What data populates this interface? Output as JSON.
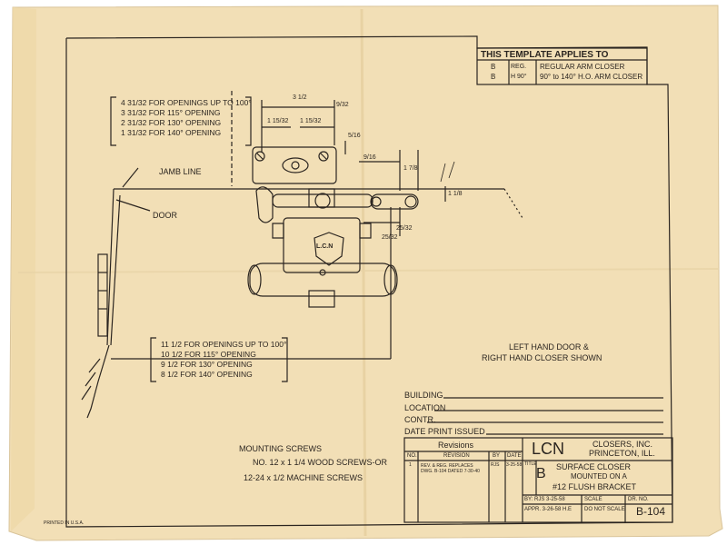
{
  "colors": {
    "paper": "#f2dfb6",
    "ink": "#2b2520",
    "background": "#ffffff"
  },
  "applies": {
    "title": "THIS TEMPLATE APPLIES TO",
    "rows": [
      {
        "col1": "B",
        "col2": "REG.",
        "col3": "REGULAR ARM CLOSER"
      },
      {
        "col1": "B",
        "col2": "H 90°",
        "col3": "90° to 140° H.O. ARM CLOSER"
      }
    ]
  },
  "openings_top": [
    "4 31/32 FOR OPENINGS UP TO 100°",
    "3 31/32 FOR 115° OPENING",
    "2 31/32 FOR 130° OPENING",
    "1 31/32 FOR 140° OPENING"
  ],
  "openings_bottom": [
    "11 1/2 FOR OPENINGS UP TO 100°",
    "10 1/2 FOR 115° OPENING",
    "9 1/2 FOR 130° OPENING",
    "8 1/2 FOR 140° OPENING"
  ],
  "labels": {
    "jamb_line": "JAMB LINE",
    "door": "DOOR",
    "shown": [
      "LEFT HAND DOOR &",
      "RIGHT HAND CLOSER SHOWN"
    ],
    "badge": "L.C.N",
    "printed": "PRINTED IN U.S.A."
  },
  "dimensions": {
    "d1": "3 1/2",
    "d2": "9/32",
    "d3": "1 15/32",
    "d4": "1 15/32",
    "d5": "5/16",
    "d6": "9/16",
    "d7": "1 7/8",
    "d8": "1 1/8",
    "d9": "25/32",
    "d10": "25/32"
  },
  "mounting": {
    "title": "MOUNTING SCREWS",
    "line1": "NO. 12 x 1 1/4 WOOD SCREWS-OR",
    "line2": "12-24 x 1/2 MACHINE SCREWS"
  },
  "fields": [
    "BUILDING",
    "LOCATION",
    "CONTR.",
    "DATE PRINT ISSUED"
  ],
  "revisions": {
    "title": "Revisions",
    "headers": [
      "NO.",
      "REVISION",
      "BY",
      "DATE"
    ],
    "rows": [
      {
        "no": "1",
        "revision": "REV. & REG. REPLACES DWG. B-104 DATED 7-30-40",
        "by": "RJS",
        "date": "3-25-58"
      }
    ]
  },
  "title_block": {
    "brand": "LCN",
    "company1": "CLOSERS, INC.",
    "company2": "PRINCETON, ILL.",
    "title_label": "TITLE",
    "series": "B",
    "desc1": "SURFACE CLOSER",
    "desc2": "MOUNTED ON A",
    "desc3": "#12 FLUSH BRACKET",
    "by": "BY: RJS 3-25-58",
    "appr": "APPR. 3-26-58 H.E",
    "scale_label": "SCALE",
    "scale_value": "DO NOT SCALE",
    "dr_label": "DR. NO.",
    "dr_no": "B-104"
  }
}
